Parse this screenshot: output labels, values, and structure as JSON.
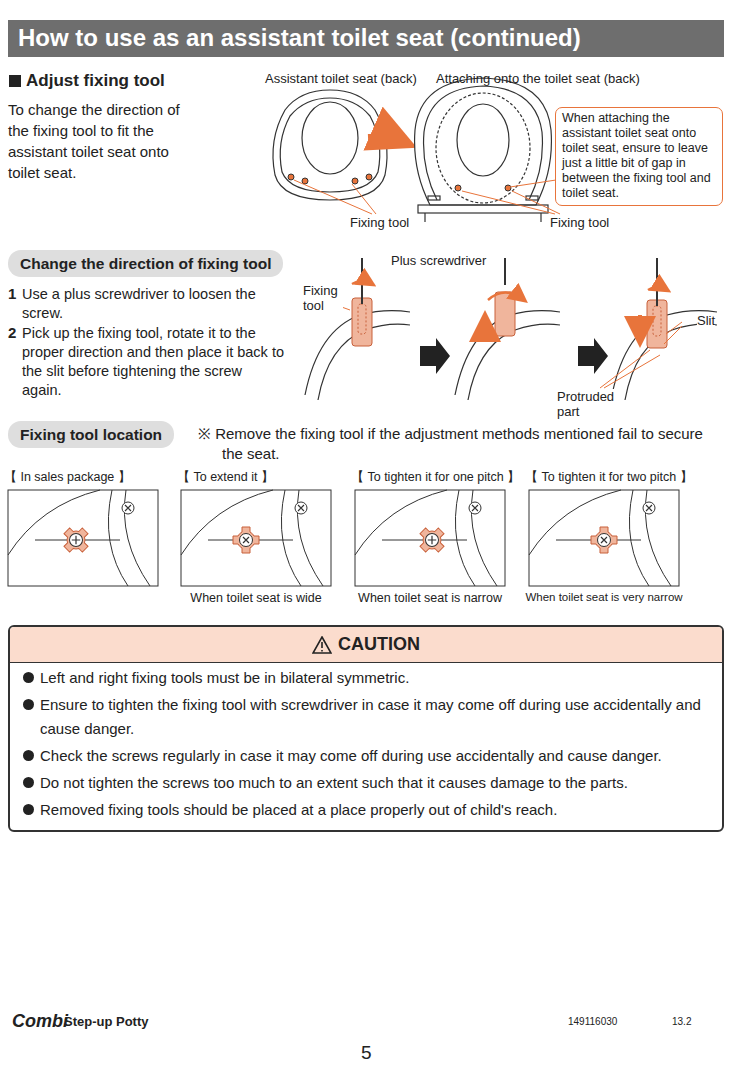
{
  "diagram": {
    "title": "How to use as an assistant toilet seat (continued)",
    "nodes": [
      {
        "text": [
          "When attaching the assistant toilet seat onto toilet seat, ensure to leave just a little bit of gap in between the fixing tool and toilet seat."
        ]
      },
      {
        "text": [
          "Change the direction of fixing tool"
        ]
      },
      {
        "text": [
          "Fixing tool location"
        ]
      },
      {
        "text": [
          "【 In sales package 】"
        ]
      },
      {
        "text": [
          "【 To extend it 】",
          "When toilet seat is wide"
        ]
      },
      {
        "text": [
          "【 To tighten it for one pitch 】",
          "When toilet seat is narrow"
        ]
      },
      {
        "text": [
          "【 To tighten it for two pitch 】",
          "When toilet seat is very narrow"
        ]
      },
      {
        "text": [
          "CAUTION",
          "Left and right fixing tools must be in bilateral symmetric.",
          "Ensure to tighten the fixing tool with screwdriver in case it may come off during use accidentally and cause danger.",
          "Check the screws regularly in case it may come off during use accidentally and cause danger.",
          "Do not tighten the screws too much to an extent such that it causes damage to the parts.",
          "Removed fixing tools should be placed at a place properly out of child's reach."
        ]
      }
    ],
    "labels": [
      "Adjust fixing tool",
      "To change the direction of the fixing tool to fit the assistant toilet seat onto toilet seat.",
      "Assistant toilet seat (back)",
      "Attaching onto the toilet seat (back)",
      "Fixing tool",
      "Fixing tool",
      "Plus screwdriver",
      "1",
      "Use a plus screwdriver to loosen the screw.",
      "2",
      "Pick up the fixing tool, rotate it to the proper direction and then place it back to the slit before tightening the screw again.",
      "Fixing tool",
      "Slit",
      "Protruded part",
      "※ Remove the fixing tool if the adjustment methods mentioned fail to secure the seat.",
      "Combi",
      "Step-up Potty",
      "149116030",
      "13.2",
      "5"
    ]
  }
}
